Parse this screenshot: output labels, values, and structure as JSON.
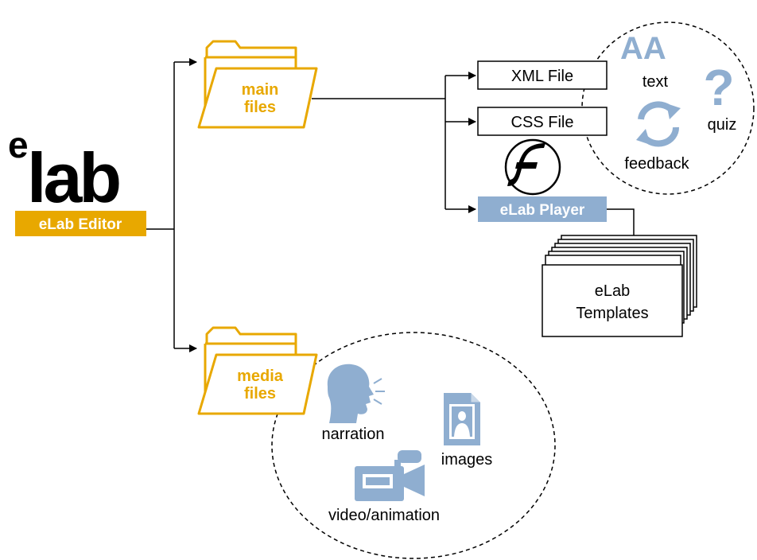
{
  "logo": {
    "superscript": "e",
    "wordmark": "lab"
  },
  "editor_label": "eLab Editor",
  "folders": {
    "main": {
      "line1": "main",
      "line2": "files"
    },
    "media": {
      "line1": "media",
      "line2": "files"
    }
  },
  "files": {
    "xml": "XML File",
    "css": "CSS File",
    "player": "eLab Player"
  },
  "templates": {
    "line1": "eLab",
    "line2": "Templates"
  },
  "content_types": {
    "text": "text",
    "quiz": "quiz",
    "feedback": "feedback",
    "text_icon_letters": "AA",
    "quiz_icon_glyph": "?"
  },
  "media_types": {
    "narration": "narration",
    "images": "images",
    "video": "video/animation"
  },
  "colors": {
    "accent_gold": "#E8A800",
    "blue_icon": "#8FAED0",
    "player_blue": "#8FAED0",
    "line": "#000000"
  }
}
